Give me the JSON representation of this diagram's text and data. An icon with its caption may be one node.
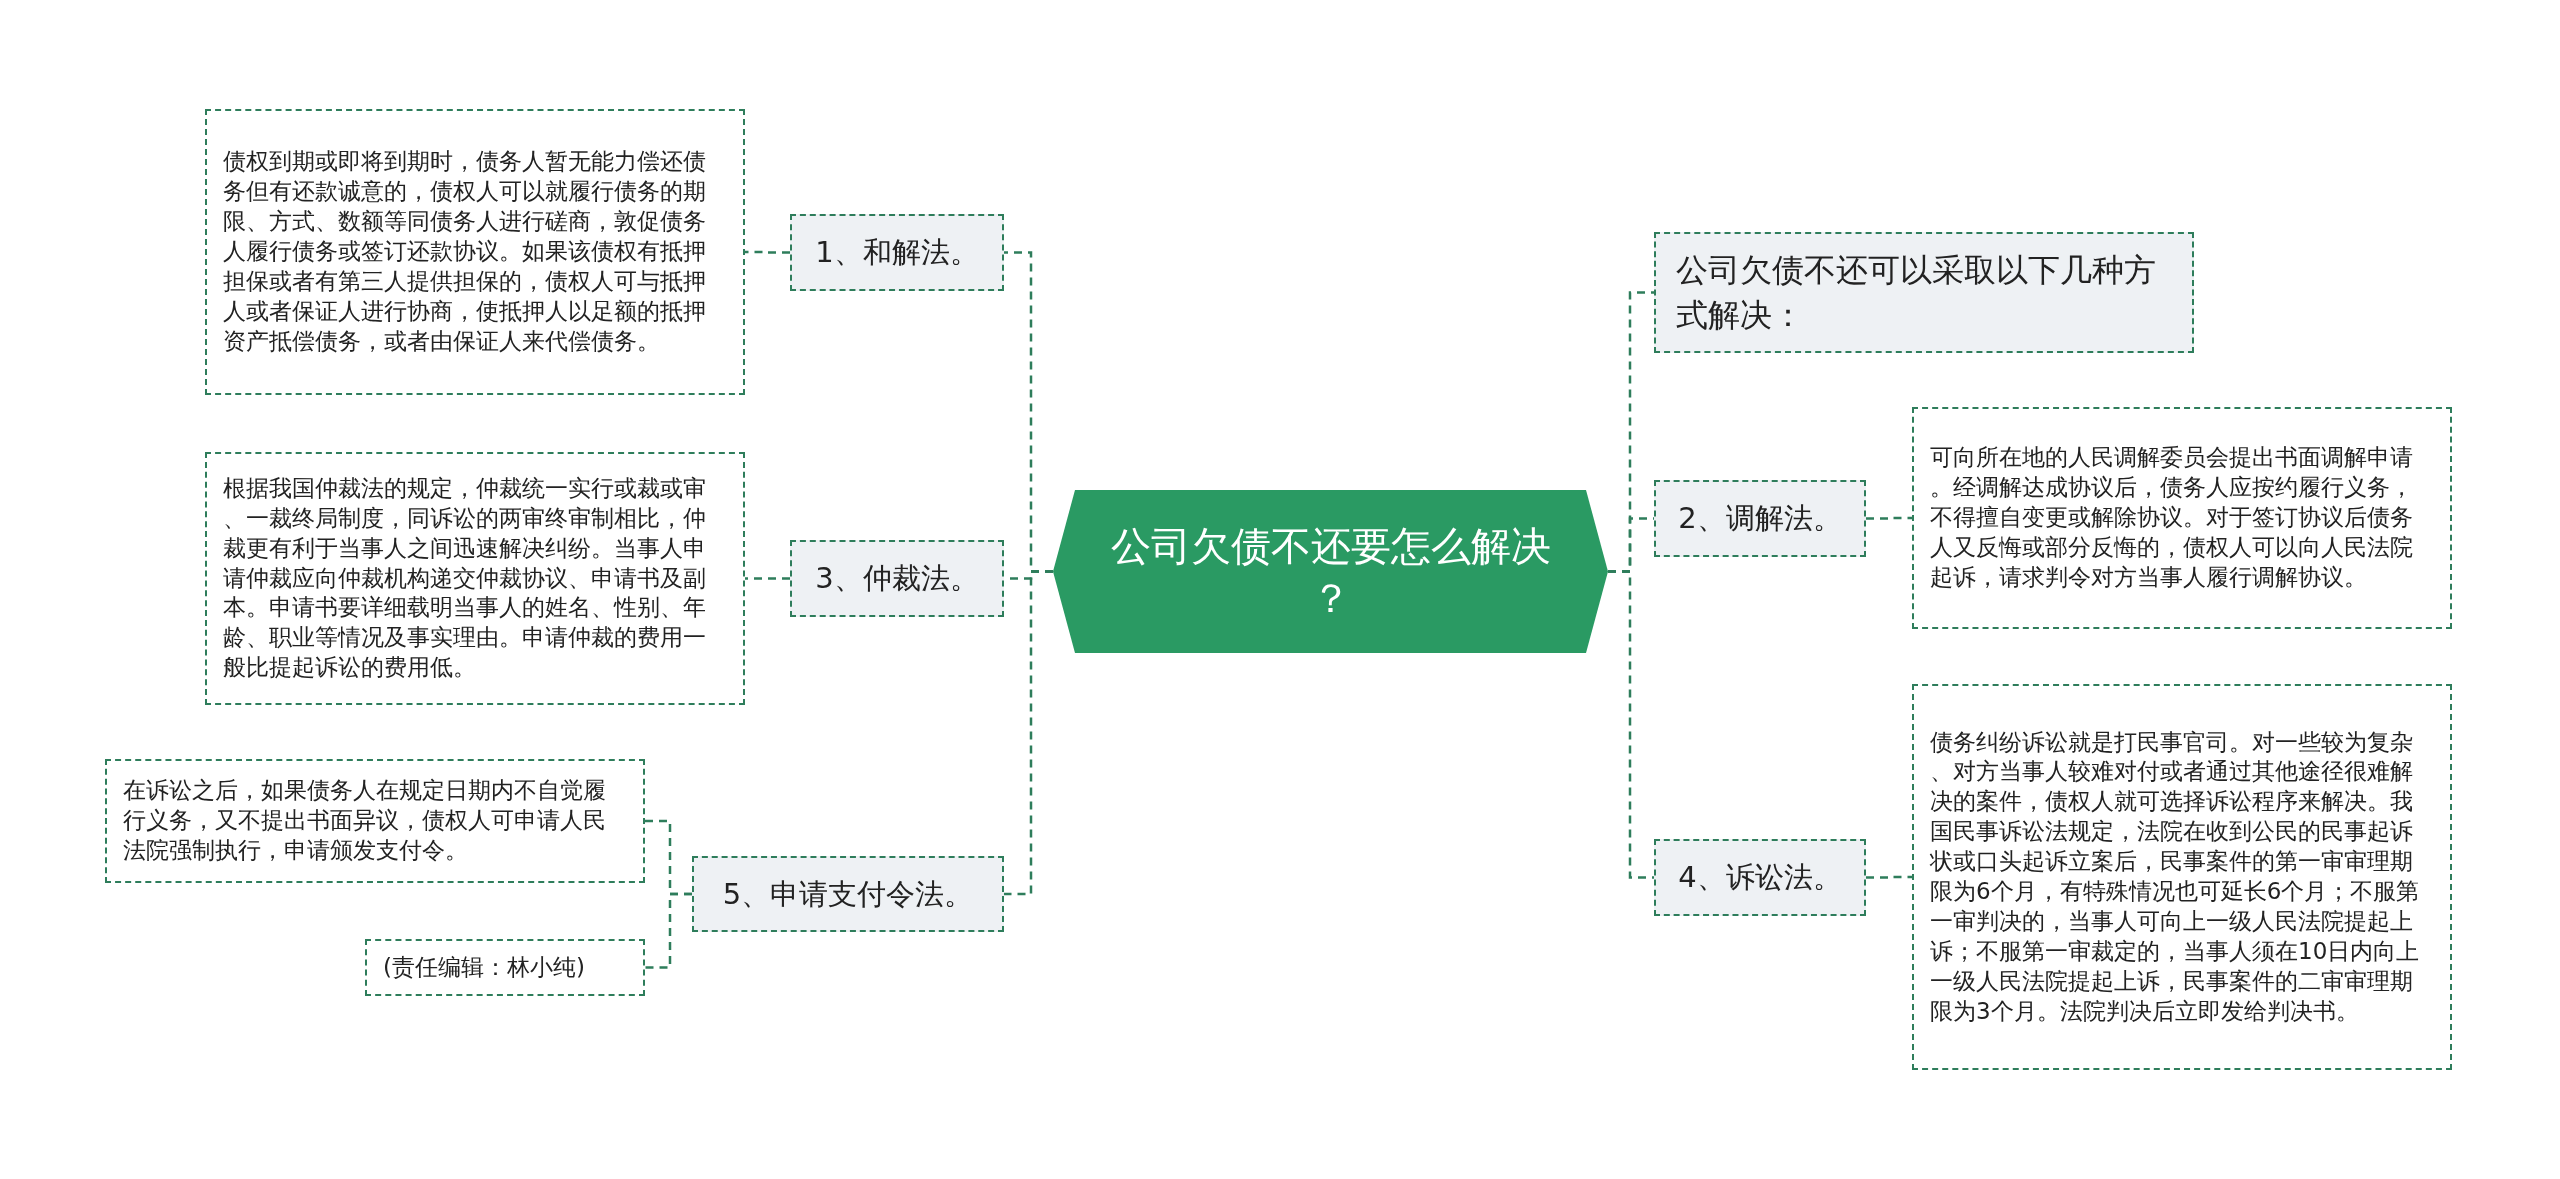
{
  "diagram": {
    "nodes": [
      {
        "text": [
          "公司欠债不还要怎么解决？"
        ]
      },
      {
        "text": [
          "公司欠债不还可以采取以下几种方式解决："
        ]
      },
      {
        "text": [
          "2、调解法。"
        ]
      },
      {
        "text": [
          "可向所在地的人民调解委员会提出书面调解申请。经调解达成协议后，债务人应按约履行义务，不得擅自变更或解除协议。对于签订协议后债务人又反悔或部分反悔的，债权人可以向人民法院起诉，请求判令对方当事人履行调解协议。"
        ]
      },
      {
        "text": [
          "4、诉讼法。"
        ]
      },
      {
        "text": [
          "债务纠纷诉讼就是打民事官司。对一些较为复杂、对方当事人较难对付或者通过其他途径很难解决的案件，债权人就可选择诉讼程序来解决。我国民事诉讼法规定，法院在收到公民的民事起诉状或口头起诉立案后，民事案件的第一审审理期限为6个月，有特殊情况也可延长6个月；不服第一审判决的，当事人可向上一级人民法院提起上诉；不服第一审裁定的，当事人须在10日内向上一级人民法院提起上诉，民事案件的二审审理期限为3个月。法院判决后立即发给判决书。"
        ]
      },
      {
        "text": [
          "1、和解法。"
        ]
      },
      {
        "text": [
          "债权到期或即将到期时，债务人暂无能力偿还债务但有还款诚意的，债权人可以就履行债务的期限、方式、数额等同债务人进行磋商，敦促债务人履行债务或签订还款协议。如果该债权有抵押担保或者有第三人提供担保的，债权人可与抵押人或者保证人进行协商，使抵押人以足额的抵押资产抵偿债务，或者由保证人来代偿债务。"
        ]
      },
      {
        "text": [
          "3、仲裁法。"
        ]
      },
      {
        "text": [
          "根据我国仲裁法的规定，仲裁统一实行或裁或审、一裁终局制度，同诉讼的两审终审制相比，仲裁更有利于当事人之间迅速解决纠纷。当事人申请仲裁应向仲裁机构递交仲裁协议、申请书及副本。申请书要详细载明当事人的姓名、性别、年龄、职业等情况及事实理由。申请仲裁的费用一般比提起诉讼的费用低。"
        ]
      },
      {
        "text": [
          "5、申请支付令法。"
        ]
      },
      {
        "text": [
          "在诉讼之后，如果债务人在规定日期内不自觉履行义务，又不提出书面异议，债权人可申请人民法院强制执行，申请颁发支付令。"
        ]
      },
      {
        "text": [
          "(责任编辑：林小纯)"
        ]
      }
    ],
    "edges": [
      {
        "from": 0,
        "to": 1,
        "arrow": "none"
      },
      {
        "from": 0,
        "to": 2,
        "arrow": "none"
      },
      {
        "from": 2,
        "to": 3,
        "arrow": "none"
      },
      {
        "from": 0,
        "to": 4,
        "arrow": "none"
      },
      {
        "from": 4,
        "to": 5,
        "arrow": "none"
      },
      {
        "from": 0,
        "to": 6,
        "arrow": "none"
      },
      {
        "from": 6,
        "to": 7,
        "arrow": "none"
      },
      {
        "from": 0,
        "to": 8,
        "arrow": "none"
      },
      {
        "from": 8,
        "to": 9,
        "arrow": "none"
      },
      {
        "from": 0,
        "to": 10,
        "arrow": "none"
      },
      {
        "from": 10,
        "to": 11,
        "arrow": "none"
      },
      {
        "from": 10,
        "to": 12,
        "arrow": "none"
      }
    ]
  }
}
